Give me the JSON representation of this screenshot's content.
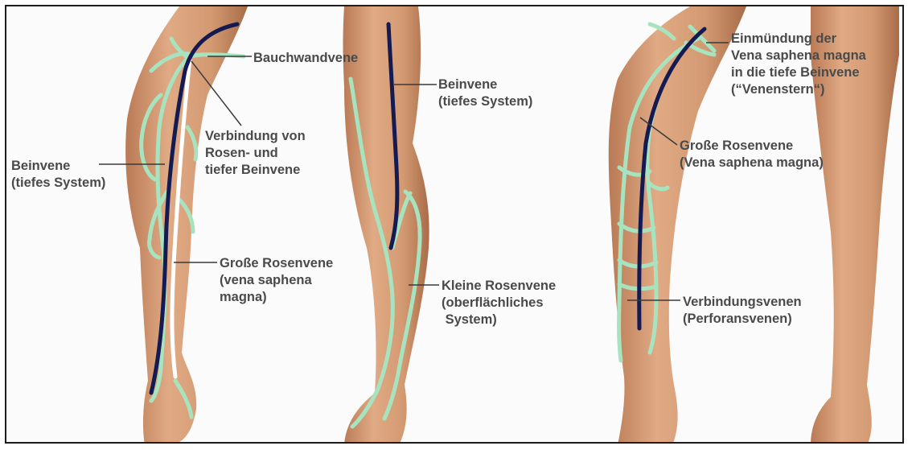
{
  "colors": {
    "skin": "#d9a17a",
    "skin_shadow": "#b97a55",
    "skin_light": "#ecc4a4",
    "deep_vein": "#141a52",
    "superficial_vein": "#a8e3c0",
    "highlight_vein": "#ffffff",
    "label_text": "#4a4a4a",
    "leader_line": "#3a3a3a"
  },
  "labels": {
    "bauchwandvene": "Bauchwandvene",
    "verbindung": "Verbindung von\nRosen- und\ntiefer Beinvene",
    "beinvene_left": "Beinvene\n(tiefes System)",
    "grosse_rosenvene_left": "Große Rosenvene\n(vena saphena\nmagna)",
    "beinvene_middle": "Beinvene\n(tiefes System)",
    "kleine_rosenvene": "Kleine Rosenvene\n(oberflächliches\n System)",
    "einmuendung": "Einmündung der\nVena saphena magna\nin die tiefe Beinvene\n(“Venenstern“)",
    "grosse_rosenvene_right": "Große Rosenvene\n(Vena saphena magna)",
    "verbindungsvenen": "Verbindungsvenen\n(Perforansvenen)"
  }
}
